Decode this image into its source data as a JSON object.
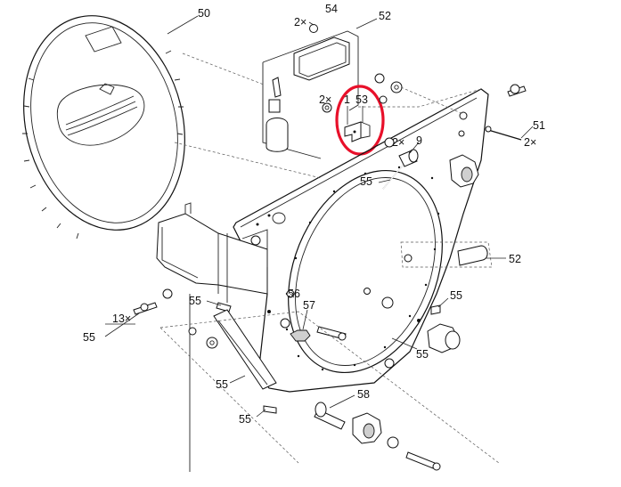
{
  "labels": {
    "l50": "50",
    "l54": "54",
    "l52a": "52",
    "l2x_54": "2×",
    "l2x_mid": "2×",
    "l1": "1",
    "l53": "53",
    "l9": "9",
    "l2x_9": "2×",
    "l51": "51",
    "l2x_51": "2×",
    "l55_cable": "55",
    "l52b": "52",
    "l55_right": "55",
    "l55_left": "55",
    "l56": "56",
    "l57": "57",
    "l13x": "13×",
    "l55_bolt": "55",
    "l55_bottom": "55",
    "l55_strip": "55",
    "l58": "58",
    "l55_pin": "55"
  },
  "colors": {
    "highlight": "#e8102a",
    "line": "#111111"
  }
}
